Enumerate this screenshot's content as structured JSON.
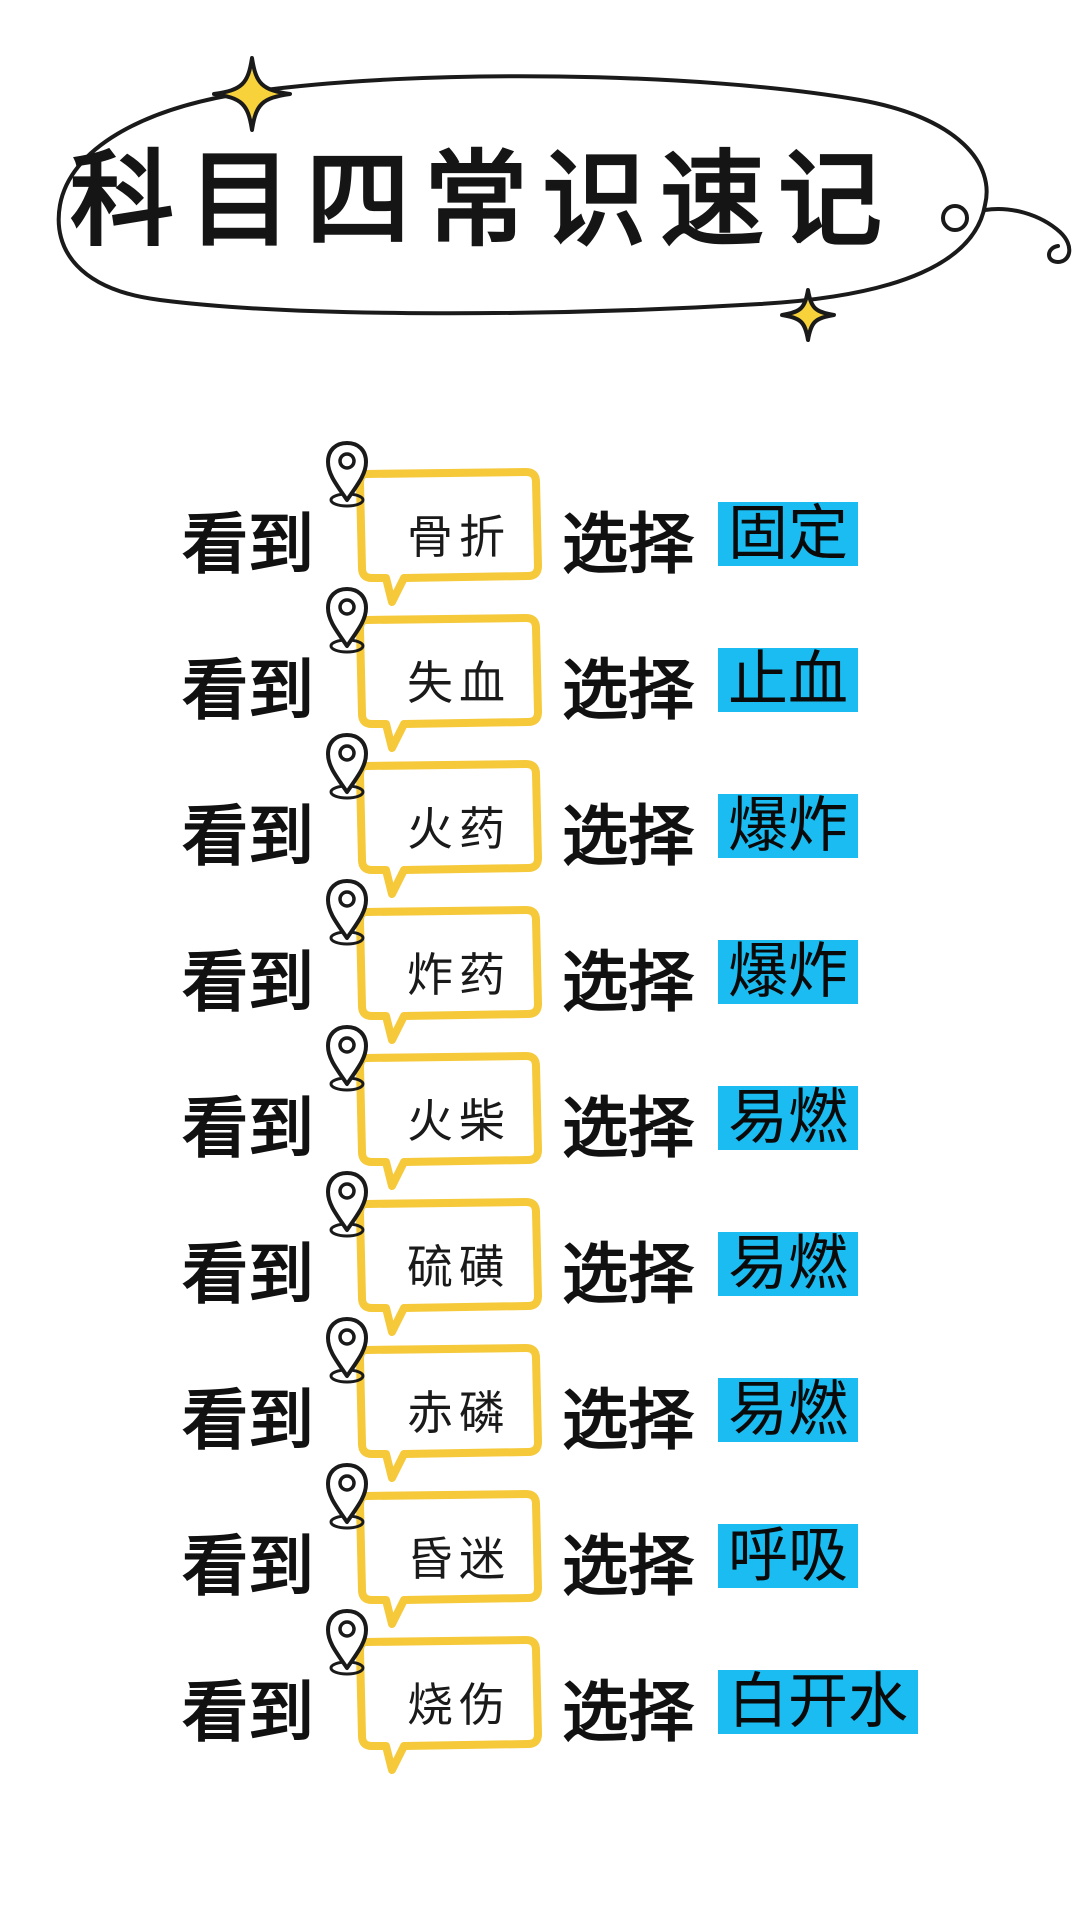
{
  "title": "科目四常识速记",
  "rows": [
    {
      "see": "看到",
      "keyword": "骨折",
      "choose": "选择",
      "answer": "固定"
    },
    {
      "see": "看到",
      "keyword": "失血",
      "choose": "选择",
      "answer": "止血"
    },
    {
      "see": "看到",
      "keyword": "火药",
      "choose": "选择",
      "answer": "爆炸"
    },
    {
      "see": "看到",
      "keyword": "炸药",
      "choose": "选择",
      "answer": "爆炸"
    },
    {
      "see": "看到",
      "keyword": "火柴",
      "choose": "选择",
      "answer": "易燃"
    },
    {
      "see": "看到",
      "keyword": "硫磺",
      "choose": "选择",
      "answer": "易燃"
    },
    {
      "see": "看到",
      "keyword": "赤磷",
      "choose": "选择",
      "answer": "易燃"
    },
    {
      "see": "看到",
      "keyword": "昏迷",
      "choose": "选择",
      "answer": "呼吸"
    },
    {
      "see": "看到",
      "keyword": "烧伤",
      "choose": "选择",
      "answer": "白开水"
    }
  ],
  "colors": {
    "answer_highlight": "#1bbcf2",
    "bubble_border": "#f5c93a",
    "star": "#f7d23a",
    "text": "#111111"
  },
  "icons": [
    "sparkle-star-icon",
    "location-pin-icon",
    "speech-bubble"
  ]
}
